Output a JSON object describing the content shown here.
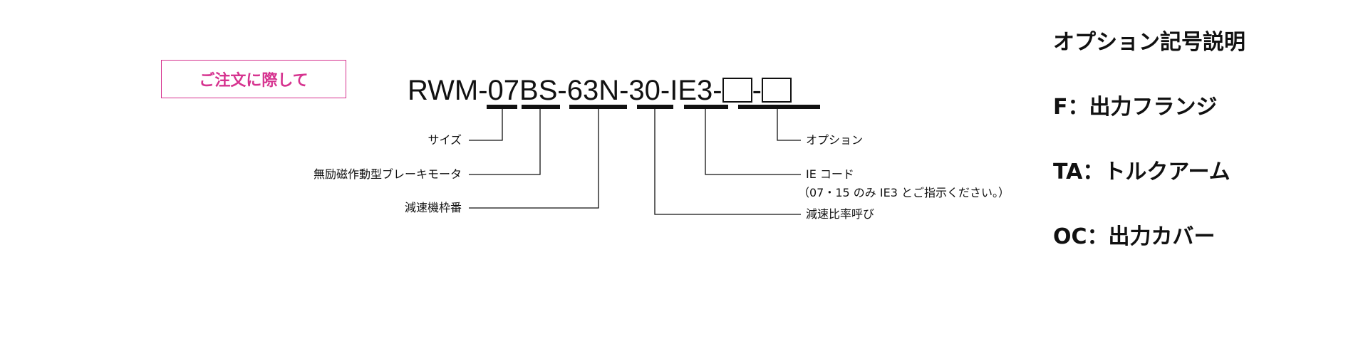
{
  "order_note": "ご注文に際して",
  "model": {
    "prefix": "RWM-07BS-63N-30-IE3-",
    "separator": "-"
  },
  "labels": {
    "size": "サイズ",
    "brake_motor": "無励磁作動型ブレーキモータ",
    "frame": "減速機枠番",
    "option": "オプション",
    "ie_code": "IE コード",
    "ie_note": "（07・15 のみ IE3 とご指示ください。）",
    "ratio": "減速比率呼び"
  },
  "legend": {
    "title": "オプション記号説明",
    "items": [
      "F：出力フランジ",
      "TA：トルクアーム",
      "OC：出力カバー"
    ]
  }
}
